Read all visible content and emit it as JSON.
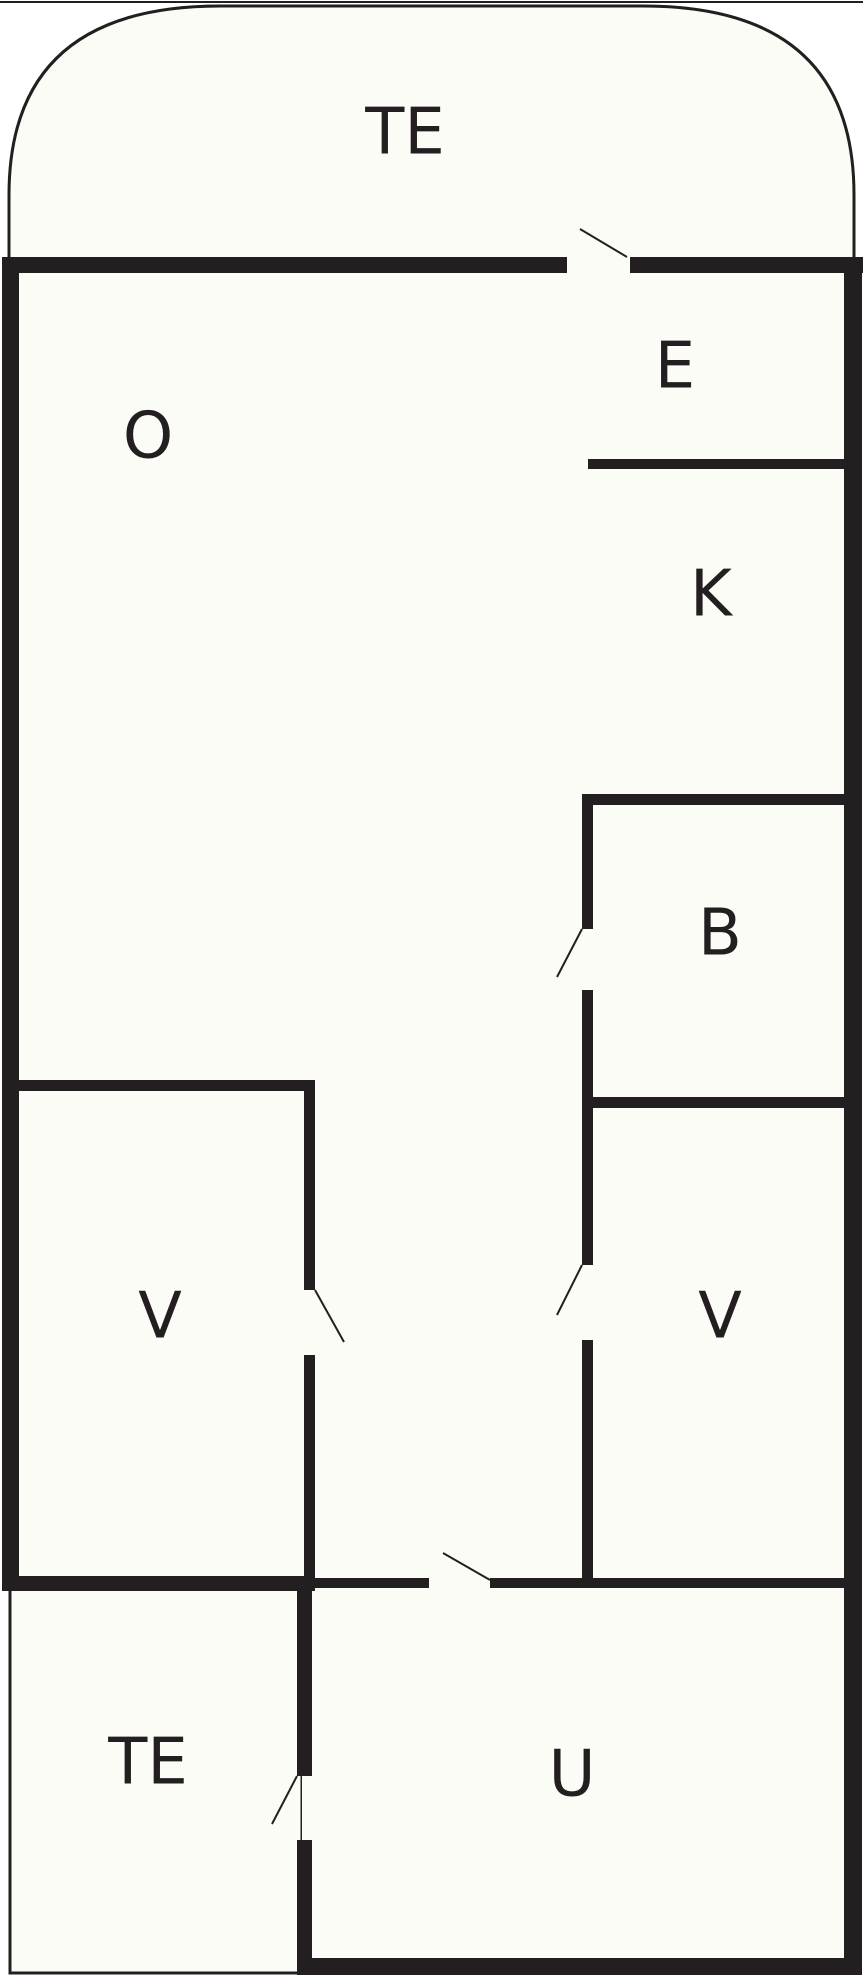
{
  "colors": {
    "floor": "#fcfcf7",
    "wall": "#231f20",
    "background": "#ffffff"
  },
  "rooms": {
    "terrace_top": "TE",
    "living_room": "O",
    "entrance": "E",
    "kitchen": "K",
    "bathroom": "B",
    "bedroom_left": "V",
    "bedroom_right": "V",
    "terrace_bottom": "TE",
    "utility": "U"
  }
}
